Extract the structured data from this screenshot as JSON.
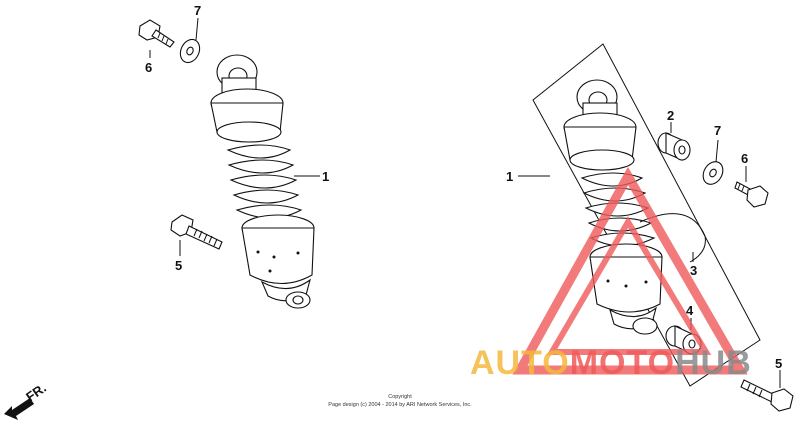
{
  "callouts": [
    {
      "id": "7-left",
      "text": "7"
    },
    {
      "id": "6-left",
      "text": "6"
    },
    {
      "id": "1-left",
      "text": "1"
    },
    {
      "id": "5-left",
      "text": "5"
    },
    {
      "id": "2-right",
      "text": "2"
    },
    {
      "id": "7-right",
      "text": "7"
    },
    {
      "id": "6-right",
      "text": "6"
    },
    {
      "id": "1-right",
      "text": "1"
    },
    {
      "id": "3-right",
      "text": "3"
    },
    {
      "id": "4-right",
      "text": "4"
    },
    {
      "id": "5-right",
      "text": "5"
    }
  ],
  "direction_label": "FR.",
  "copyright": {
    "line1": "Copyright",
    "line2": "Page design (c) 2004 - 2014 by ARI Network Services, Inc."
  },
  "watermark": {
    "part1": "AUTO",
    "part2": "MOTO",
    "part3": "HUB",
    "color_orange": "#f5b83d",
    "color_red": "#f05a5a",
    "color_gray": "#8a8a8a"
  }
}
